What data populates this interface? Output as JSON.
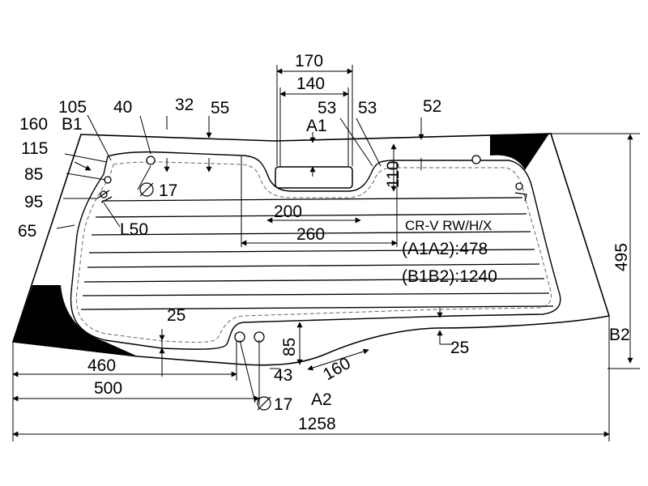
{
  "model": "CR-V RW/H/X",
  "specs": {
    "a1a2": "(A1A2):478",
    "b1b2": "(B1B2):1240"
  },
  "points": {
    "a1": "A1",
    "a2": "A2",
    "b1": "B1",
    "b2": "B2"
  },
  "dims": {
    "d170": "170",
    "d140": "140",
    "d105": "105",
    "d40": "40",
    "d32": "32",
    "d55": "55",
    "d53a": "53",
    "d53b": "53",
    "d52": "52",
    "d160a": "160",
    "d115": "115",
    "d85a": "85",
    "d95": "95",
    "d65": "65",
    "d110": "110",
    "d17a": "17",
    "l50": "L50",
    "d200": "200",
    "d260": "260",
    "d495": "495",
    "d25a": "25",
    "d25b": "25",
    "d85b": "85",
    "d43": "43",
    "d160b": "160",
    "d460": "460",
    "d500": "500",
    "d17b": "17",
    "d1258": "1258"
  },
  "colors": {
    "line": "#000000",
    "fill_black": "#000000",
    "paper": "#ffffff"
  }
}
